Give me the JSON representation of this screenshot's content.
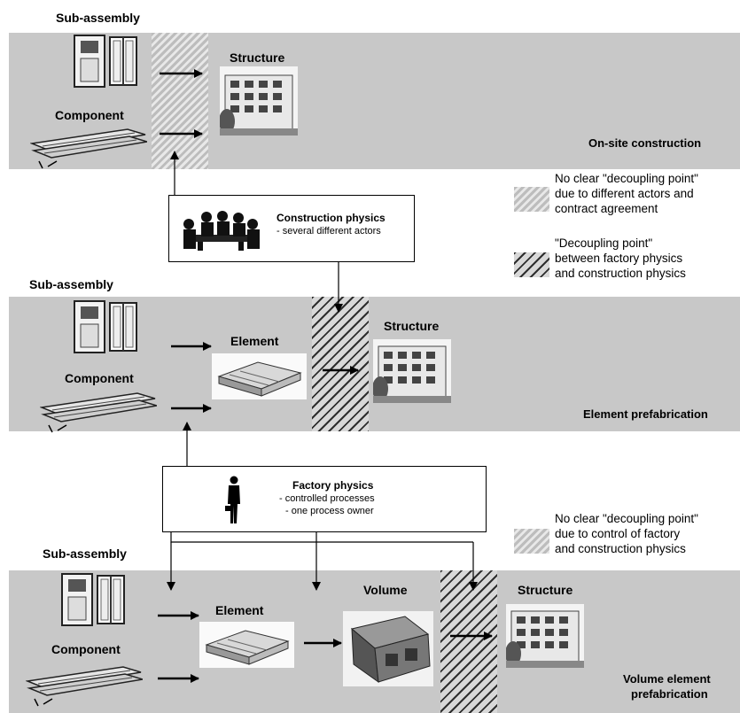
{
  "sections": {
    "onsite": {
      "subassembly": "Sub-assembly",
      "component": "Component",
      "structure": "Structure",
      "title": "On-site construction"
    },
    "element_prefab": {
      "subassembly": "Sub-assembly",
      "component": "Component",
      "element": "Element",
      "structure": "Structure",
      "title": "Element prefabrication"
    },
    "volume_prefab": {
      "subassembly": "Sub-assembly",
      "component": "Component",
      "element": "Element",
      "volume": "Volume",
      "structure": "Structure",
      "title_line1": "Volume element",
      "title_line2": "prefabrication"
    }
  },
  "construction_box": {
    "title": "Construction physics",
    "line1": "- several different actors"
  },
  "factory_box": {
    "title": "Factory physics",
    "line1": "- controlled processes",
    "line2": "- one process owner"
  },
  "legend": {
    "item1": [
      "No clear \"decoupling point\"",
      "due to different actors and",
      "contract agreement"
    ],
    "item2": [
      "\"Decoupling point\"",
      "between factory physics",
      "and construction physics"
    ],
    "item3": [
      "No clear \"decoupling point\"",
      "due to control of factory",
      "and construction physics"
    ]
  }
}
